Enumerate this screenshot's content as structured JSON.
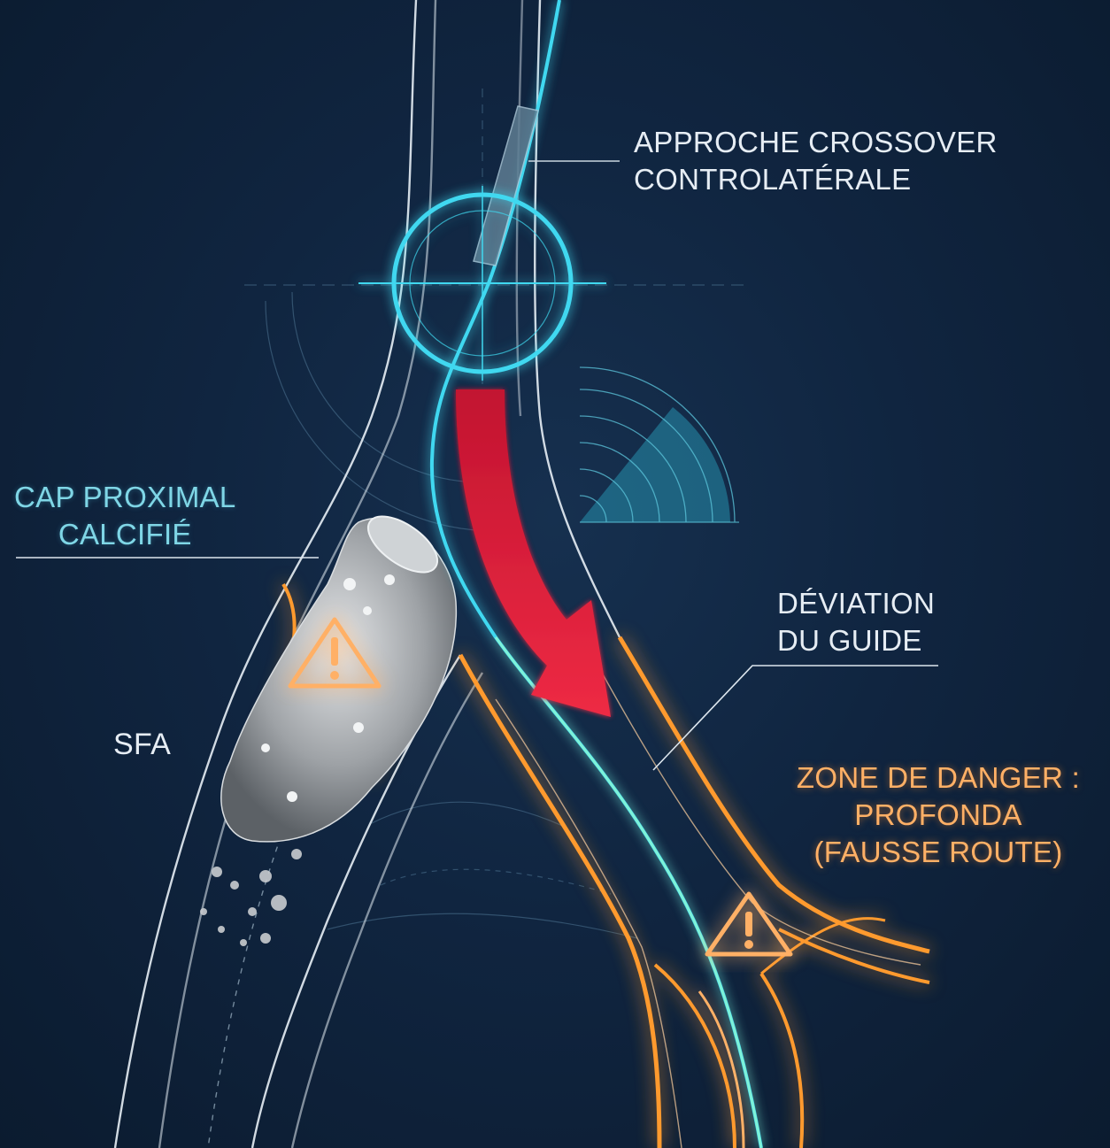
{
  "colors": {
    "background": "#0e2138",
    "vessel_outline": "#e8f0f6",
    "guidewire": "#3fd8f0",
    "arrow": "#d81e3a",
    "danger_glow": "#ff9a2e",
    "calcification": "#b8bcc0"
  },
  "labels": {
    "crossover": [
      "APPROCHE CROSSOVER",
      "CONTROLATÉRALE"
    ],
    "cap": [
      "CAP PROXIMAL",
      "CALCIFIÉ"
    ],
    "deviation": [
      "DÉVIATION",
      "DU GUIDE"
    ],
    "sfa": "SFA",
    "danger": [
      "ZONE DE DANGER :",
      "PROFONDA",
      "(FAUSSE ROUTE)"
    ]
  },
  "icons": {
    "warning_cap": "warning-triangle-icon",
    "warning_profunda": "warning-triangle-icon"
  }
}
